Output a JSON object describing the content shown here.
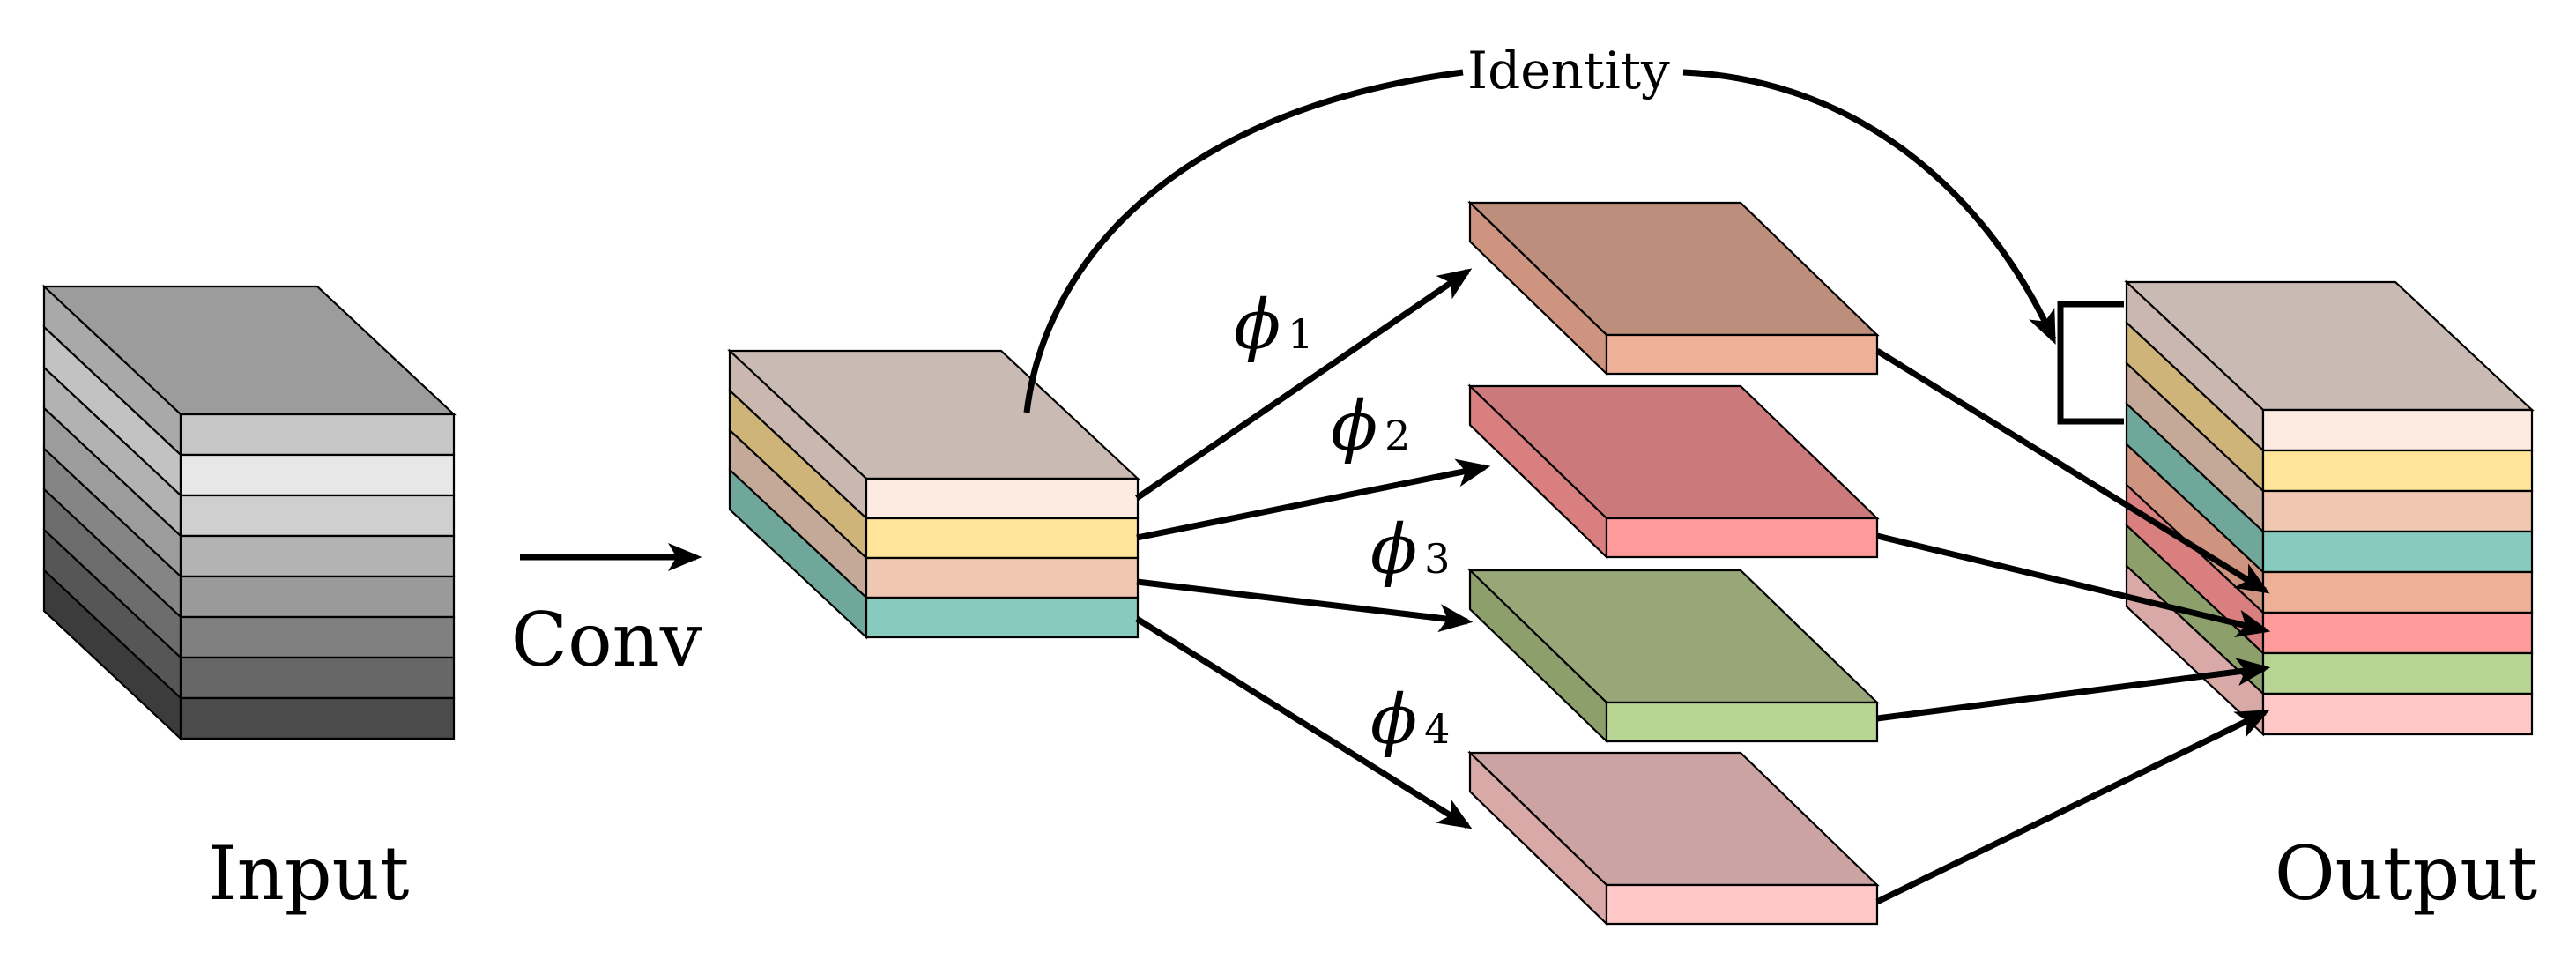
{
  "labels": {
    "input": "Input",
    "conv": "Conv",
    "identity": "Identity",
    "output": "Output"
  },
  "phi": [
    {
      "symbol": "ϕ",
      "sub": "1"
    },
    {
      "symbol": "ϕ",
      "sub": "2"
    },
    {
      "symbol": "ϕ",
      "sub": "3"
    },
    {
      "symbol": "ϕ",
      "sub": "4"
    }
  ],
  "input_layer_colors": [
    "#c6c6c6",
    "#e7e7e7",
    "#cfcfcf",
    "#b3b3b3",
    "#9a9a9a",
    "#808080",
    "#676767",
    "#4b4b4b"
  ],
  "input_side_colors": [
    "#a9a9a9",
    "#c2c2c2",
    "#b2b2b2",
    "#9c9c9c",
    "#858585",
    "#6c6c6c",
    "#565656",
    "#3c3c3c"
  ],
  "input_top_color": "#9c9c9c",
  "conv_front_colors": [
    "#fdebe1",
    "#ffe49a",
    "#f0c8b2",
    "#86cbbd"
  ],
  "conv_side_colors": [
    "#c9b7b0",
    "#cfb47a",
    "#c4a898",
    "#6fa79a"
  ],
  "conv_top_color": "#c9bab3",
  "phi_blocks": [
    {
      "top": "#bd8e7b",
      "front": "#efb098",
      "side": "#cf9480"
    },
    {
      "top": "#cb797a",
      "front": "#ff9b9a",
      "side": "#d97f7f"
    },
    {
      "top": "#97a778",
      "front": "#b9d594",
      "side": "#8da06c"
    },
    {
      "top": "#cba3a3",
      "front": "#ffc8c6",
      "side": "#d9a9a8"
    }
  ],
  "output_front_colors": [
    "#fdebe1",
    "#ffe49a",
    "#f0c8b2",
    "#86cbbd",
    "#efb098",
    "#ff9b9a",
    "#b9d594",
    "#ffc8c6"
  ],
  "output_side_colors": [
    "#c9b7b0",
    "#cfb47a",
    "#c4a898",
    "#6fa79a",
    "#cf9480",
    "#d97f7f",
    "#8da06c",
    "#d9a9a8"
  ],
  "output_top_color": "#c9bab3"
}
